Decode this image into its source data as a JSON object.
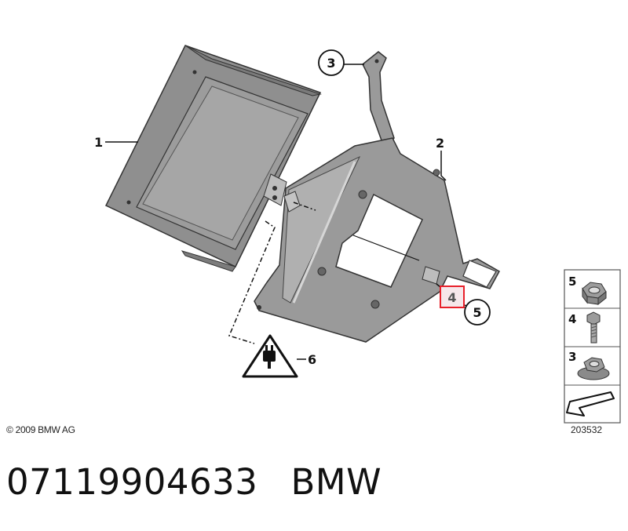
{
  "diagram": {
    "callouts": [
      {
        "id": "callout-1",
        "label": "1"
      },
      {
        "id": "callout-2",
        "label": "2"
      },
      {
        "id": "callout-3",
        "label": "3"
      },
      {
        "id": "callout-4",
        "label": "4"
      },
      {
        "id": "callout-5",
        "label": "5"
      },
      {
        "id": "callout-6",
        "label": "6"
      }
    ],
    "highlight_color": "#e8202a",
    "line_color": "#111111",
    "part_fill": "#9a9a9a"
  },
  "legend": {
    "items": [
      {
        "label": "5",
        "icon": "hex-nut-icon"
      },
      {
        "label": "4",
        "icon": "hex-bolt-icon"
      },
      {
        "label": "3",
        "icon": "flange-nut-icon"
      }
    ],
    "footer_icon": "arrow-icon"
  },
  "copyright": "© 2009 BMW AG",
  "diagram_id": "203532",
  "part_number": "07119904633",
  "brand": "BMW"
}
